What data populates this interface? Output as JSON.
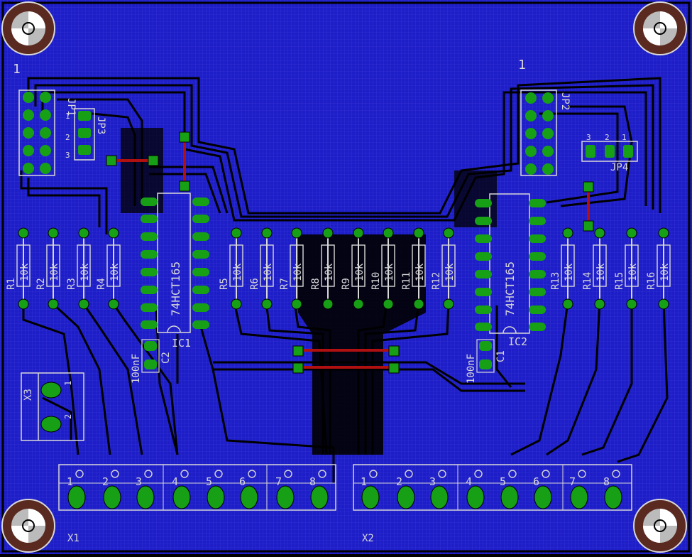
{
  "colors": {
    "background": "#000000",
    "board_fill": "#1e1ec8",
    "grid": "#3c3cd8",
    "trace": "#000000",
    "pad": "#17a016",
    "top_trace": "#b01010",
    "silkscreen": "#d8d8d8",
    "mount_hole": "#5a2a20"
  },
  "board": {
    "pin1_marker_left": "1",
    "pin1_marker_right": "1"
  },
  "components": {
    "ic1": {
      "name": "IC1",
      "value": "74HCT165"
    },
    "ic2": {
      "name": "IC2",
      "value": "74HCT165"
    },
    "c2": {
      "name": "C2",
      "value": "100nF"
    },
    "c1": {
      "name": "C1",
      "value": "100nF"
    },
    "jp1": {
      "name": "JP1"
    },
    "jp2": {
      "name": "JP2"
    },
    "jp3": {
      "name": "JP3",
      "pins": [
        "1",
        "2",
        "3"
      ]
    },
    "jp4": {
      "name": "JP4",
      "pins": [
        "3",
        "2",
        "1"
      ]
    },
    "x3": {
      "name": "X3",
      "pins": [
        "1",
        "2"
      ]
    },
    "x1": {
      "name": "X1",
      "pins": [
        "1",
        "2",
        "3",
        "4",
        "5",
        "6",
        "7",
        "8"
      ]
    },
    "x2": {
      "name": "X2",
      "pins": [
        "1",
        "2",
        "3",
        "4",
        "5",
        "6",
        "7",
        "8"
      ]
    },
    "resistors": [
      {
        "name": "R1",
        "value": "10k"
      },
      {
        "name": "R2",
        "value": "10k"
      },
      {
        "name": "R3",
        "value": "10k"
      },
      {
        "name": "R4",
        "value": "10k"
      },
      {
        "name": "R5",
        "value": "10k"
      },
      {
        "name": "R6",
        "value": "10k"
      },
      {
        "name": "R7",
        "value": "10k"
      },
      {
        "name": "R8",
        "value": "10k"
      },
      {
        "name": "R9",
        "value": "10k"
      },
      {
        "name": "R10",
        "value": "10k"
      },
      {
        "name": "R11",
        "value": "10k"
      },
      {
        "name": "R12",
        "value": "10k"
      },
      {
        "name": "R13",
        "value": "10k"
      },
      {
        "name": "R14",
        "value": "10k"
      },
      {
        "name": "R15",
        "value": "10k"
      },
      {
        "name": "R16",
        "value": "10k"
      }
    ]
  }
}
